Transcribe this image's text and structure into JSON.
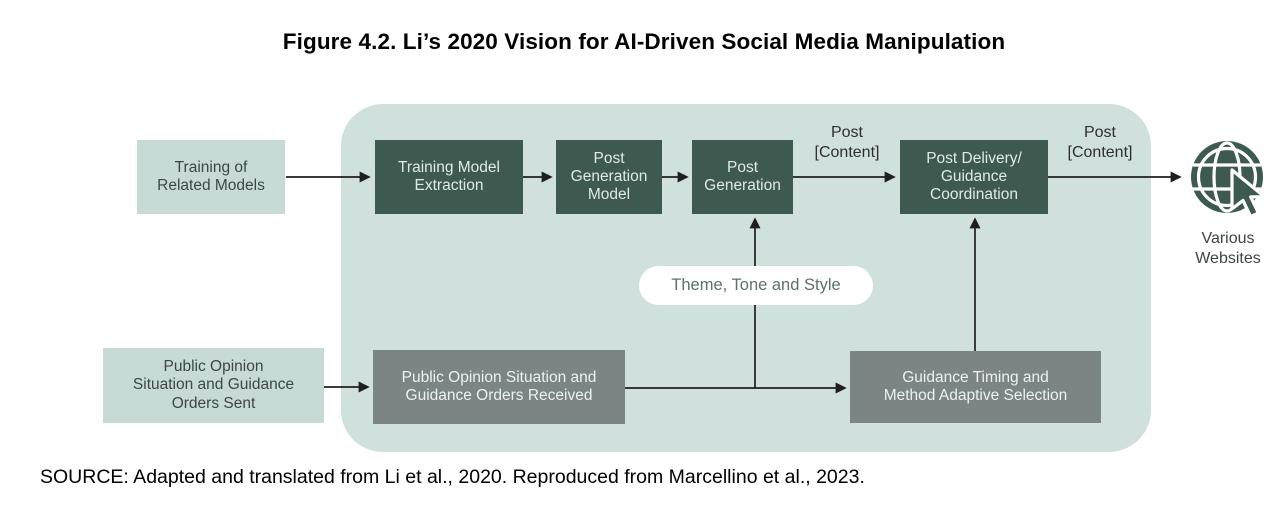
{
  "title": "Figure 4.2. Li’s 2020 Vision for AI-Driven Social Media Manipulation",
  "source": "SOURCE: Adapted and translated from Li et al., 2020. Reproduced from Marcellino et al., 2023.",
  "nodes": {
    "training_of_related_models": "Training of\nRelated Models",
    "training_model_extraction": "Training Model\nExtraction",
    "post_generation_model": "Post\nGeneration\nModel",
    "post_generation": "Post\nGeneration",
    "post_delivery_guidance_coordination": "Post Delivery/\nGuidance\nCoordination",
    "public_opinion_sent": "Public Opinion\nSituation and Guidance\nOrders Sent",
    "public_opinion_received": "Public Opinion Situation and\nGuidance Orders Received",
    "guidance_timing_selection": "Guidance Timing and\nMethod Adaptive Selection",
    "theme_tone_style": "Theme, Tone and Style",
    "various_websites": "Various\nWebsites"
  },
  "edge_labels": {
    "post_content_1": "Post\n[Content]",
    "post_content_2": "Post\n[Content]"
  },
  "icons": {
    "various_websites": "globe-cursor-icon"
  },
  "colors": {
    "container_bg": "#d0e0dc",
    "input_box_bg": "#c8dad5",
    "process_box_bg": "#3e5a50",
    "data_box_bg": "#7b8583",
    "pill_bg": "#ffffff",
    "pill_text": "#5c706c",
    "arrow": "#1f1f1f",
    "title_text": "#000000"
  }
}
